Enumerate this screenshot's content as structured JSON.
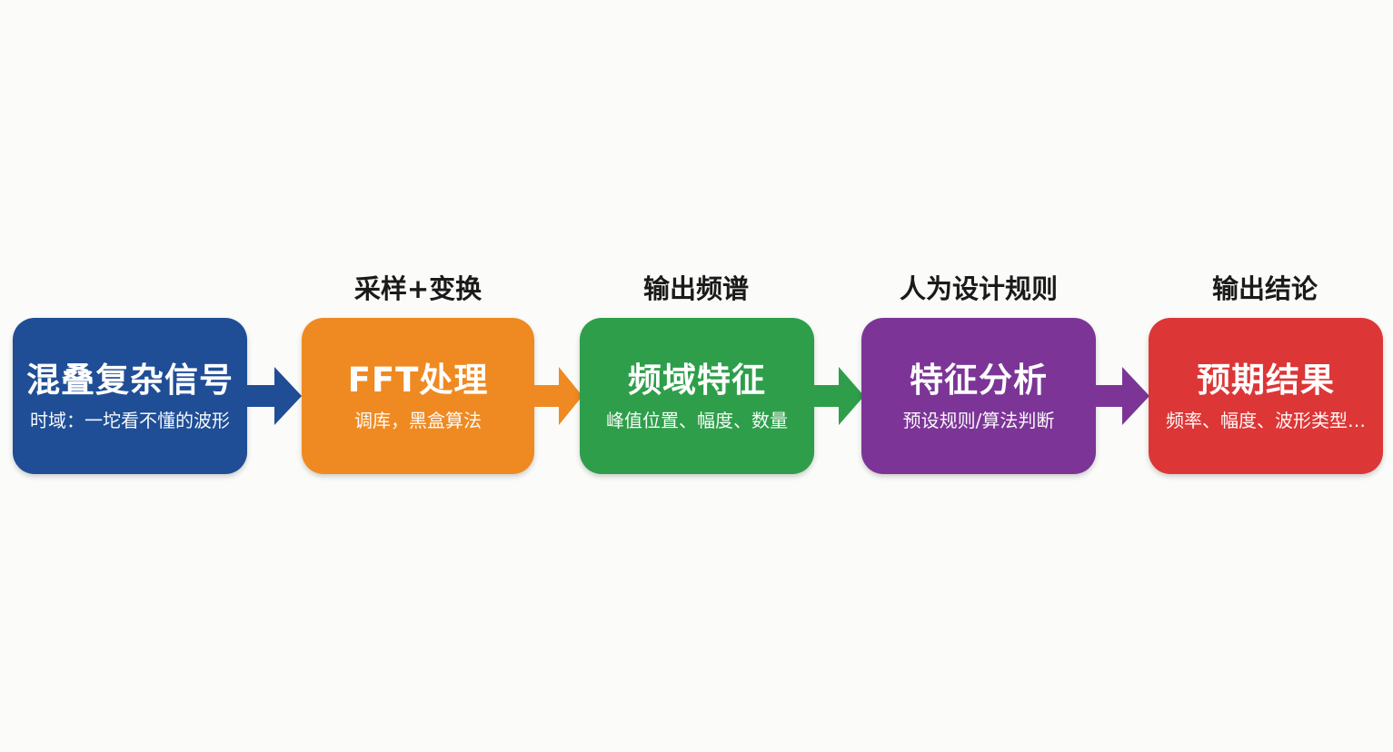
{
  "flow": {
    "steps": [
      {
        "label": "",
        "title": "混叠复杂信号",
        "subtitle": "时域：一坨看不懂的波形",
        "color": "#1f4e96"
      },
      {
        "label": "采样+变换",
        "title": "FFT处理",
        "subtitle": "调库，黑盒算法",
        "color": "#ef8a22"
      },
      {
        "label": "输出频谱",
        "title": "频域特征",
        "subtitle": "峰值位置、幅度、数量",
        "color": "#2e9e4a"
      },
      {
        "label": "人为设计规则",
        "title": "特征分析",
        "subtitle": "预设规则/算法判断",
        "color": "#7c3597"
      },
      {
        "label": "输出结论",
        "title": "预期结果",
        "subtitle": "频率、幅度、波形类型…",
        "color": "#dd3636"
      }
    ],
    "arrows": [
      {
        "icon": "right-arrow-icon",
        "color": "#1f4e96"
      },
      {
        "icon": "right-arrow-icon",
        "color": "#ef8a22"
      },
      {
        "icon": "right-arrow-icon",
        "color": "#2e9e4a"
      },
      {
        "icon": "right-arrow-icon",
        "color": "#7c3597"
      }
    ]
  }
}
